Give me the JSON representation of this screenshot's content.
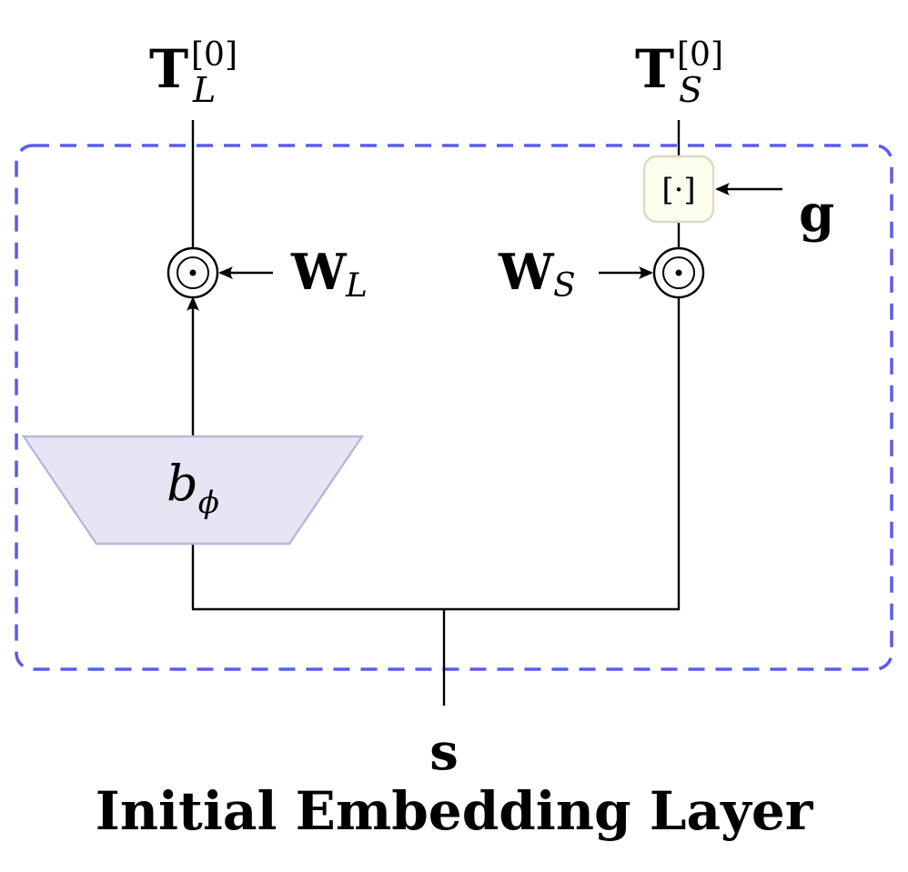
{
  "diagram": {
    "title": "Initial Embedding Layer",
    "input_label": "s",
    "outputs": {
      "left": {
        "base": "T",
        "sup": "[0]",
        "sub": "L"
      },
      "right": {
        "base": "T",
        "sup": "[0]",
        "sub": "S"
      }
    },
    "weights": {
      "left": {
        "base": "W",
        "sub": "L"
      },
      "right": {
        "base": "W",
        "sub": "S"
      }
    },
    "encoder": {
      "base": "b",
      "sub": "ϕ"
    },
    "bracket_box_label": "[·]",
    "gate_input_label": "g",
    "operator_symbol": "⊙",
    "colors": {
      "container_border": "#5b5bef",
      "encoder_fill": "#e6e5f3",
      "encoder_stroke": "#b9b6dc",
      "bracket_fill": "#fdfdee",
      "bracket_stroke": "#d9dbc2",
      "line": "#000000"
    }
  }
}
